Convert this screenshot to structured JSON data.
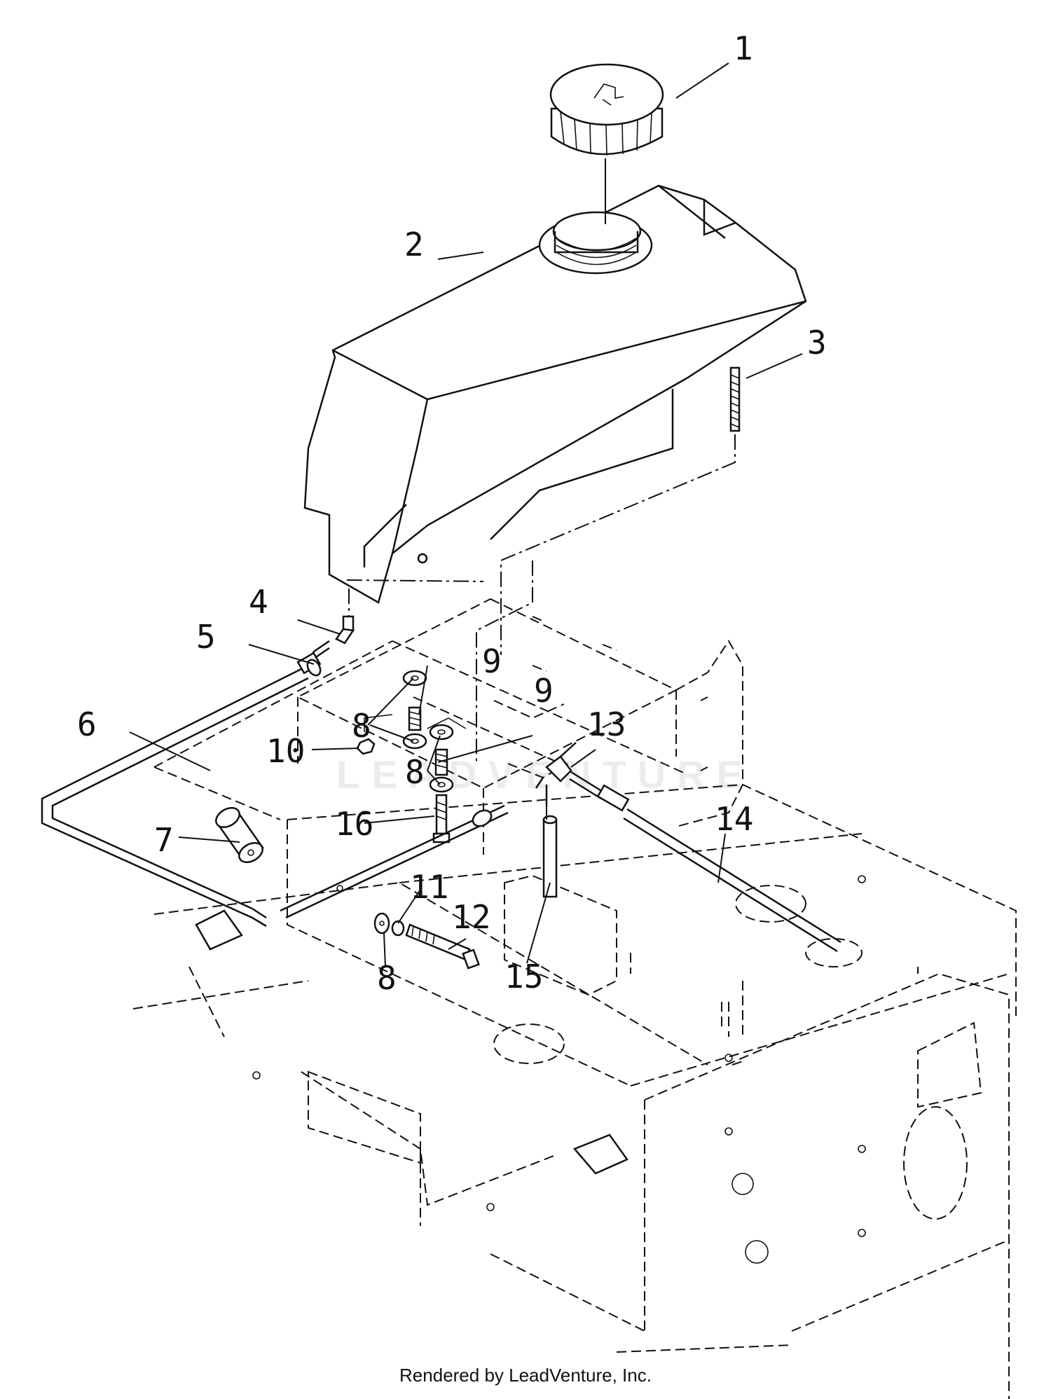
{
  "diagram": {
    "watermark": "LEADVENTURE",
    "footer_text": "Rendered by LeadVenture, Inc.",
    "callouts": [
      {
        "id": "1",
        "label": "1"
      },
      {
        "id": "2",
        "label": "2"
      },
      {
        "id": "3",
        "label": "3"
      },
      {
        "id": "4",
        "label": "4"
      },
      {
        "id": "5",
        "label": "5"
      },
      {
        "id": "6",
        "label": "6"
      },
      {
        "id": "7",
        "label": "7"
      },
      {
        "id": "8a",
        "label": "8"
      },
      {
        "id": "8b",
        "label": "8"
      },
      {
        "id": "8c",
        "label": "8"
      },
      {
        "id": "9a",
        "label": "9"
      },
      {
        "id": "9b",
        "label": "9"
      },
      {
        "id": "10",
        "label": "10"
      },
      {
        "id": "11",
        "label": "11"
      },
      {
        "id": "12",
        "label": "12"
      },
      {
        "id": "13",
        "label": "13"
      },
      {
        "id": "14",
        "label": "14"
      },
      {
        "id": "15",
        "label": "15"
      },
      {
        "id": "16",
        "label": "16"
      }
    ]
  }
}
